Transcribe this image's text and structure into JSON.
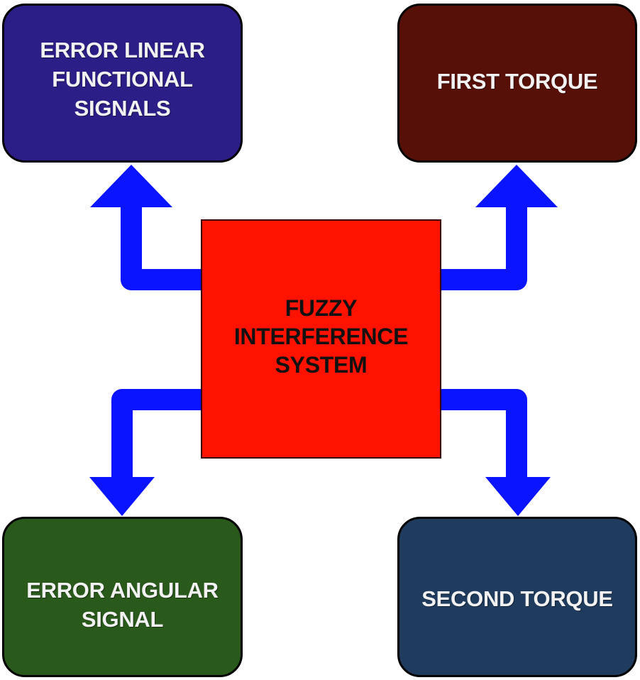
{
  "diagram": {
    "center": {
      "label": "FUZZY\nINTERFERENCE\nSYSTEM",
      "color": "#ff1200"
    },
    "nodes": {
      "top_left": {
        "label": "ERROR LINEAR\nFUNCTIONAL\nSIGNALS",
        "color": "#2b1f87"
      },
      "top_right": {
        "label": "FIRST TORQUE",
        "color": "#571008"
      },
      "bottom_left": {
        "label": "ERROR ANGULAR\nSIGNAL",
        "color": "#2a5a1b"
      },
      "bottom_right": {
        "label": "SECOND TORQUE",
        "color": "#1f3b5e"
      }
    },
    "arrow_color": "#0a14ff"
  }
}
